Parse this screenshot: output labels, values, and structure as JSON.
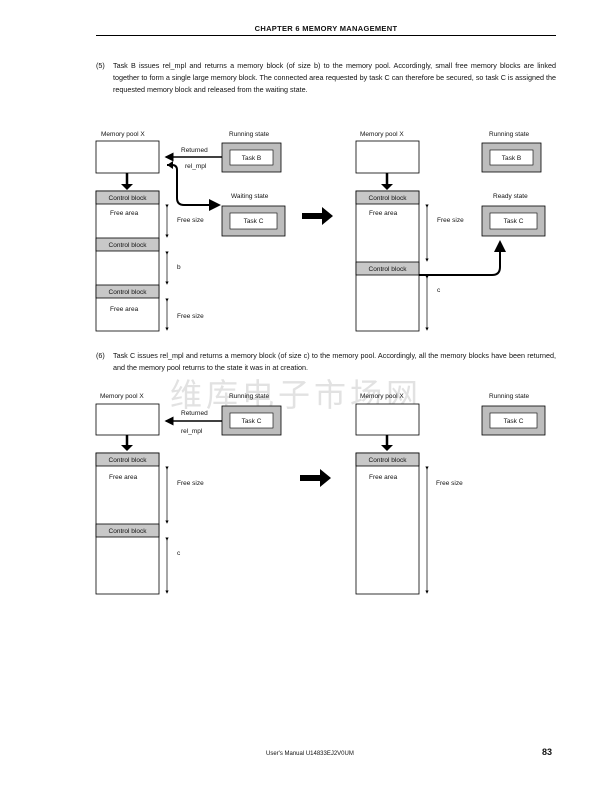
{
  "header": {
    "title": "CHAPTER 6   MEMORY MANAGEMENT"
  },
  "section5": {
    "number": "(5)",
    "text": "Task B issues rel_mpl and returns a memory block (of size b) to the memory pool.  Accordingly, small free memory blocks are linked together to form a single large memory block.  The connected area requested by task C can therefore be secured, so task C is assigned the requested memory block and released from the waiting state."
  },
  "section6": {
    "number": "(6)",
    "text": "Task C issues rel_mpl and returns a memory block (of size c) to the memory pool.  Accordingly, all the memory blocks have been returned, and the memory pool returns to the state it was in at creation."
  },
  "watermark": "维库电子市场网",
  "labels": {
    "memory_pool_x": "Memory pool X",
    "running_state": "Running state",
    "waiting_state": "Waiting state",
    "ready_state": "Ready state",
    "returned": "Returned",
    "rel_mpl": "rel_mpl",
    "task_b": "Task B",
    "task_c": "Task C",
    "control_block": "Control block",
    "free_area": "Free area",
    "free_size": "Free size",
    "b": "b",
    "c": "c"
  },
  "footer": {
    "manual_code": "User's Manual  U14833EJ2V0UM",
    "page_number": "83"
  }
}
